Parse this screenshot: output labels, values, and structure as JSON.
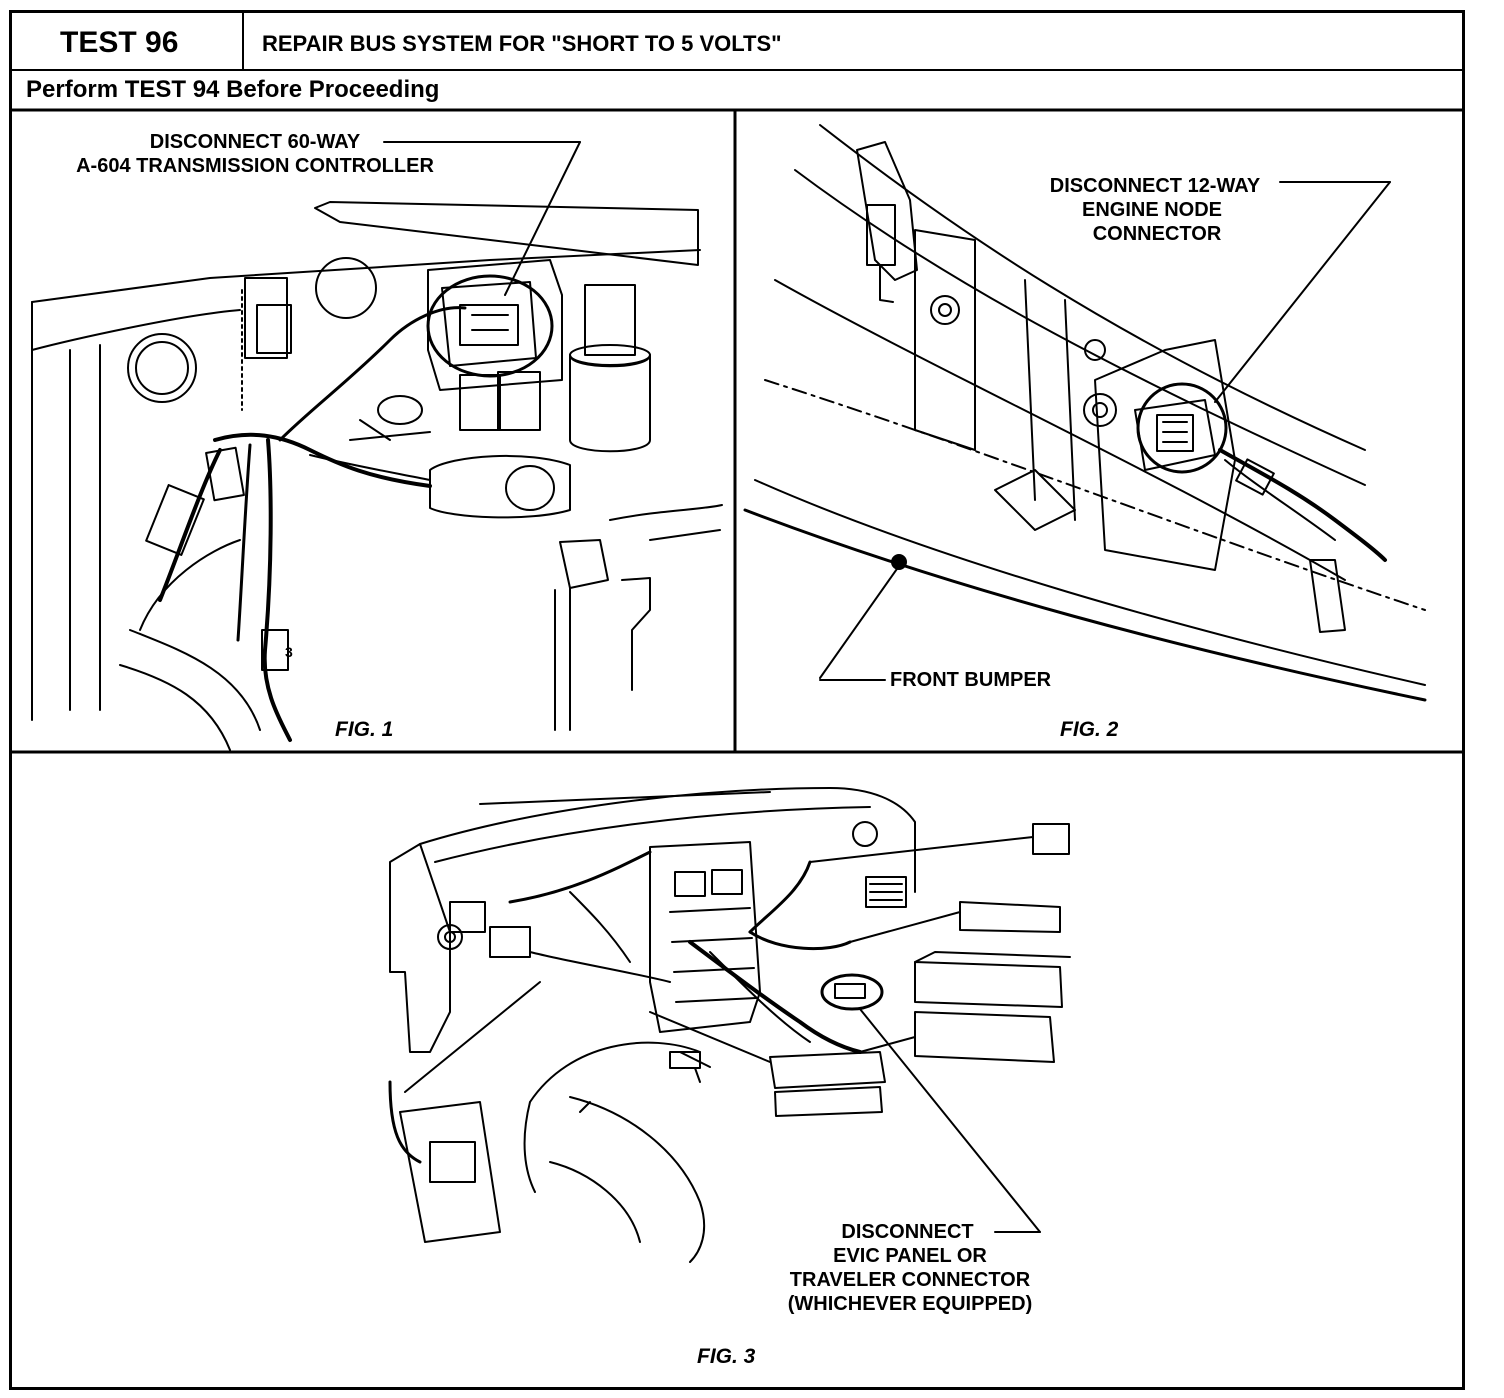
{
  "header": {
    "test_id": "TEST 96",
    "title": "REPAIR BUS SYSTEM FOR \"SHORT TO 5 VOLTS\"",
    "subtitle": "Perform TEST 94 Before Proceeding"
  },
  "fig1": {
    "callout_line1": "DISCONNECT 60-WAY",
    "callout_line2": "A-604 TRANSMISSION CONTROLLER",
    "caption": "FIG. 1",
    "mark": "3"
  },
  "fig2": {
    "callout_line1": "DISCONNECT 12-WAY",
    "callout_line2": "ENGINE NODE",
    "callout_line3": "CONNECTOR",
    "bumper_label": "FRONT BUMPER",
    "caption": "FIG. 2"
  },
  "fig3": {
    "callout_line1": "DISCONNECT",
    "callout_line2": "EVIC PANEL OR",
    "callout_line3": "TRAVELER CONNECTOR",
    "callout_line4": "(WHICHEVER EQUIPPED)",
    "caption": "FIG. 3"
  }
}
